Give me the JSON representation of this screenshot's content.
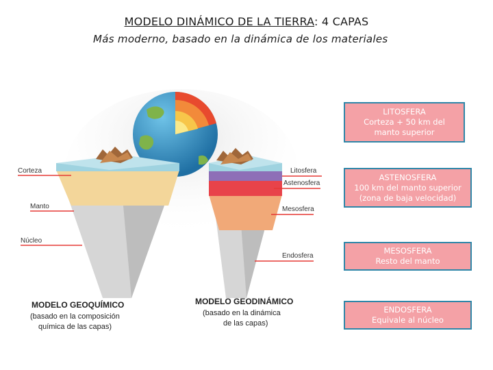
{
  "title": {
    "main_underlined": "MODELO DINÁMICO DE LA TIERRA",
    "main_rest": ": 4 CAPAS",
    "subtitle": "Más moderno, basado en la dinámica de los materiales"
  },
  "left_model": {
    "labels": {
      "corteza": "Corteza",
      "manto": "Manto",
      "nucleo": "Núcleo"
    },
    "caption_title": "MODELO GEOQUÍMICO",
    "caption_line1": "(basado en la composición",
    "caption_line2": "química de las capas)"
  },
  "right_model": {
    "labels": {
      "litosfera": "Litosfera",
      "astenosfera": "Astenosfera",
      "mesosfera": "Mesosfera",
      "endosfera": "Endosfera"
    },
    "caption_title": "MODELO GEODINÁMICO",
    "caption_line1": "(basado en la dinámica",
    "caption_line2": "de las capas)"
  },
  "boxes": [
    {
      "title": "LITOSFERA",
      "line1": "Corteza + 50 km del",
      "line2": "manto superior"
    },
    {
      "title": "ASTENOSFERA",
      "line1": "100 km del manto superior",
      "line2": "(zona de baja velocidad)"
    },
    {
      "title": "MESOSFERA",
      "line1": "Resto del manto",
      "line2": ""
    },
    {
      "title": "ENDOSFERA",
      "line1": "Equivale al núcleo",
      "line2": ""
    }
  ],
  "colors": {
    "box_fill": "#f4a1a6",
    "box_border": "#2e86a8",
    "label_line": "#e53935",
    "crust_blue": "#9fd3e0",
    "mantle_yellow": "#f3d69a",
    "core_gray": "#d6d6d6",
    "lithosphere_purple": "#8e6fb7",
    "asthenosphere_red": "#e8434a",
    "mesosphere_orange": "#f1a978"
  }
}
